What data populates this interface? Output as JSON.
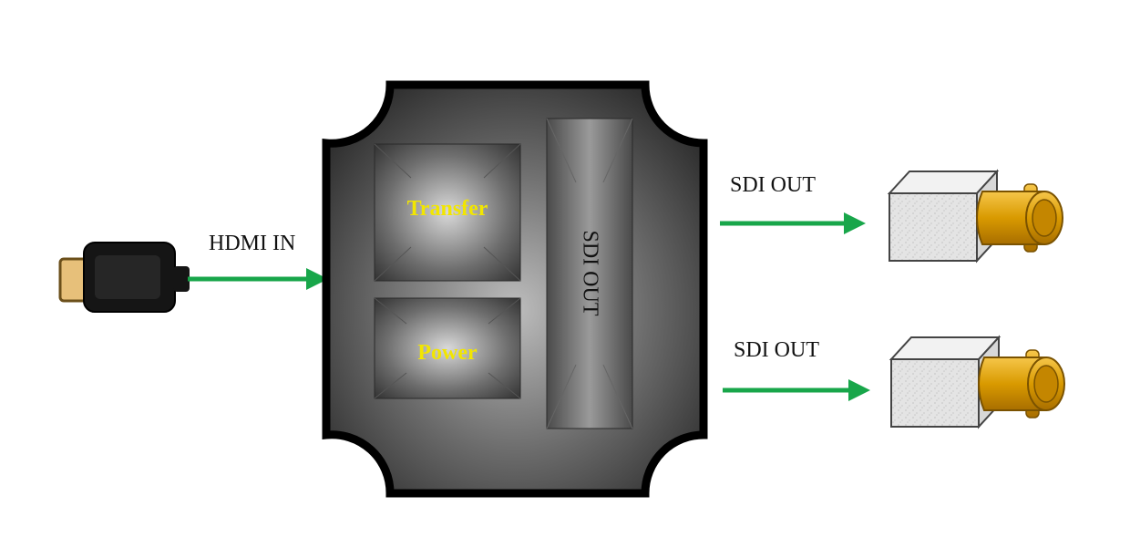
{
  "labels": {
    "hdmi_in": "HDMI IN",
    "transfer": "Transfer",
    "power": "Power",
    "sdi_out_panel": "SDI OUT",
    "sdi_out_1": "SDI OUT",
    "sdi_out_2": "SDI OUT"
  },
  "colors": {
    "arrow": "#18a64a",
    "button_text": "#f2e600",
    "connector_gold": "#e0a400",
    "box_dark": "#2e2e2e",
    "outline": "#000000"
  },
  "icons": {
    "input": "hdmi-plug-icon",
    "output": "bnc-connector-icon"
  }
}
